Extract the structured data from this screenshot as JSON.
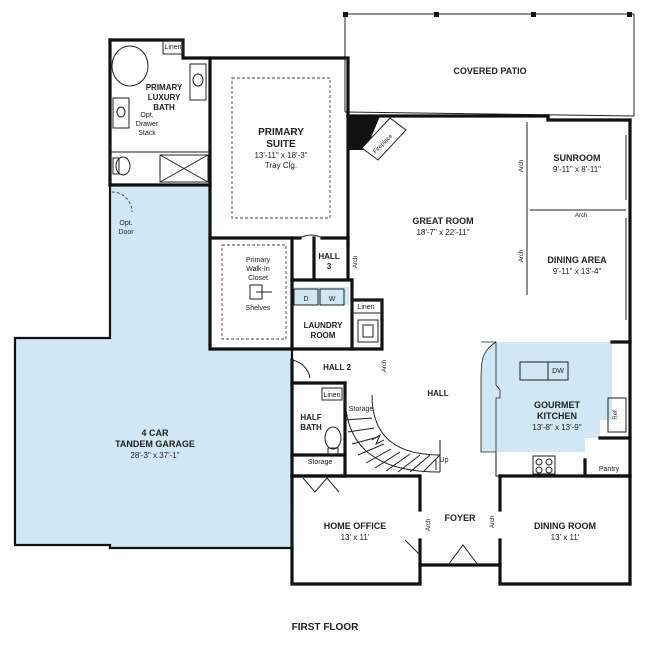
{
  "plan_title": "FIRST FLOOR",
  "colors": {
    "garage_fill": "#cfe8f3",
    "kitchen_fill": "#cfe8f3",
    "laundry_fill": "#cfe8f3",
    "wall": "#111111"
  },
  "rooms": {
    "covered_patio": {
      "name": "COVERED PATIO"
    },
    "primary_bath": {
      "line1": "PRIMARY",
      "line2": "LUXURY",
      "line3": "BATH",
      "note1": "Opt.",
      "note2": "Drawer",
      "note3": "Stack",
      "linen": "Linen"
    },
    "primary_suite": {
      "line1": "PRIMARY",
      "line2": "SUITE",
      "dims": "13'-11\" x 18'-3\"",
      "note": "Tray Clg."
    },
    "fireplace": {
      "name": "Fireplace"
    },
    "sunroom": {
      "name": "SUNROOM",
      "dims": "9'-11\" x 8'-11\""
    },
    "great_room": {
      "name": "GREAT ROOM",
      "dims": "18'-7\" x 22'-11\""
    },
    "dining_area": {
      "name": "DINING AREA",
      "dims": "9'-11\" x 13'-4\""
    },
    "walk_in_closet": {
      "line1": "Primary",
      "line2": "Walk-In",
      "line3": "Closet",
      "shelves": "Shelves"
    },
    "hall3": {
      "line1": "HALL",
      "line2": "3"
    },
    "laundry": {
      "line1": "LAUNDRY",
      "line2": "ROOM",
      "d": "D",
      "w": "W",
      "linen": "Linen"
    },
    "hall2": {
      "name": "HALL 2",
      "linen": "Linen",
      "storage": "Storage"
    },
    "half_bath": {
      "line1": "HALF",
      "line2": "BATH"
    },
    "storage": {
      "name": "Storage"
    },
    "hall": {
      "name": "HALL"
    },
    "kitchen": {
      "line1": "GOURMET",
      "line2": "KITCHEN",
      "dims": "13'-8\" x 13'-9\"",
      "dw": "DW",
      "ref": "Ref",
      "pantry": "Pantry"
    },
    "garage": {
      "line1": "4 CAR",
      "line2": "TANDEM GARAGE",
      "dims": "28'-3\" x 37'-1\"",
      "opt": "Opt.",
      "door": "Door"
    },
    "stairs": {
      "up": "Up"
    },
    "home_office": {
      "name": "HOME OFFICE",
      "dims": "13' x 11'"
    },
    "foyer": {
      "name": "FOYER"
    },
    "dining_room": {
      "name": "DINING ROOM",
      "dims": "13' x 11'"
    }
  },
  "arch_label": "Arch"
}
